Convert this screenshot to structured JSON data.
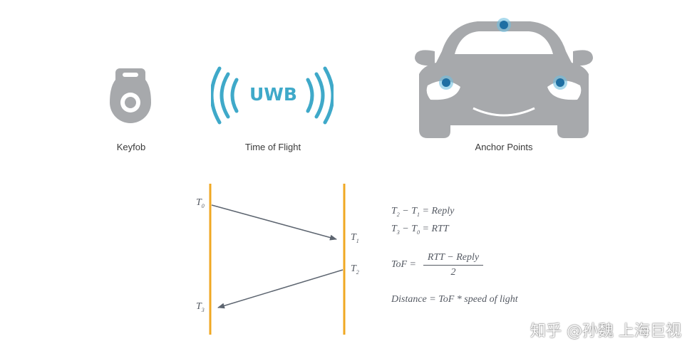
{
  "captions": {
    "keyfob": "Keyfob",
    "time_of_flight": "Time of Flight",
    "anchor_points": "Anchor Points"
  },
  "uwb_label": "UWB",
  "timing": {
    "t0": {
      "base": "T",
      "sub": "0"
    },
    "t1": {
      "base": "T",
      "sub": "1"
    },
    "t2": {
      "base": "T",
      "sub": "2"
    },
    "t3": {
      "base": "T",
      "sub": "3"
    }
  },
  "equations": {
    "eq1": {
      "a": "T",
      "a_sub": "2",
      "minus": " − ",
      "b": "T",
      "b_sub": "1",
      "rest": " = Reply"
    },
    "eq2": {
      "a": "T",
      "a_sub": "3",
      "minus": " − ",
      "b": "T",
      "b_sub": "0",
      "rest": " = RTT"
    },
    "tof_lhs": "ToF =",
    "tof_num": "RTT − Reply",
    "tof_den": "2",
    "distance": "Distance = ToF * speed of light"
  },
  "watermark": "知乎 @孙魏 上海巨视",
  "colors": {
    "gray_icon": "#a7a9ac",
    "uwb_blue": "#3fa9c9",
    "anchor_blue": "#1e6fa3",
    "timeline_orange": "#f0a823",
    "arrow_gray": "#5d6570"
  }
}
